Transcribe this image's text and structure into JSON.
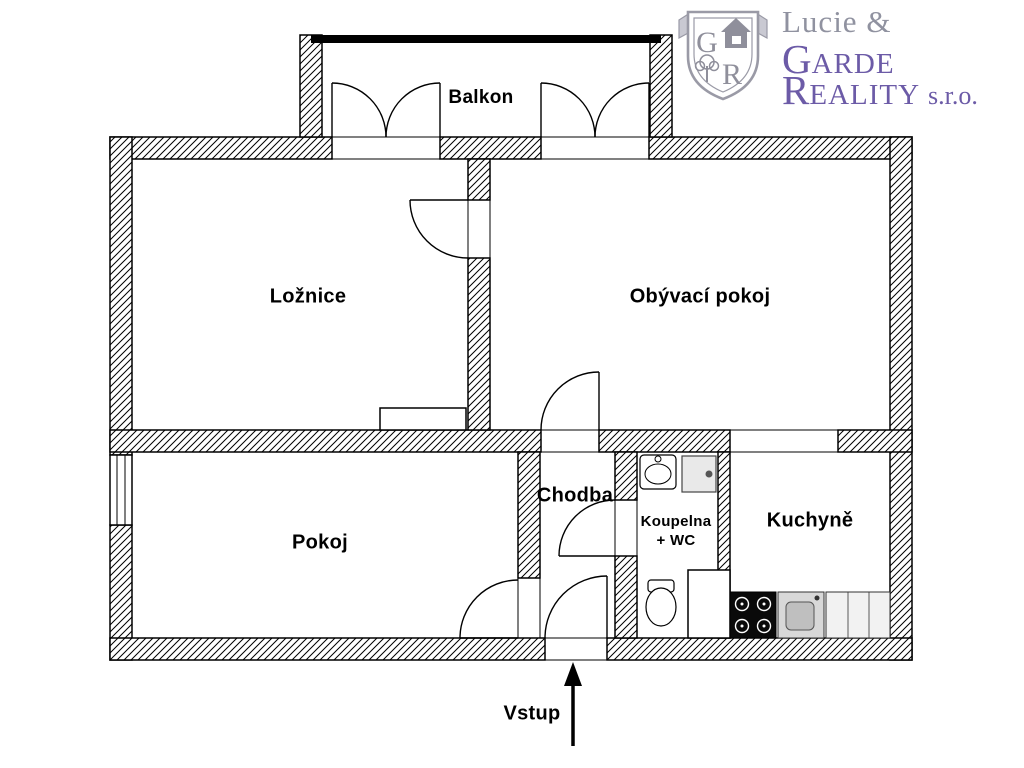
{
  "company": {
    "line1": "Lucie &",
    "line2_initial": "G",
    "line2_rest": "ARDE",
    "line3_initial": "R",
    "line3_rest": "EALITY",
    "line3_suffix": "s.r.o.",
    "shield_g": "G",
    "shield_r": "R",
    "colors": {
      "purple": "#6c5ba7",
      "gray": "#9092a0"
    }
  },
  "rooms": {
    "balkon": {
      "label": "Balkon"
    },
    "loznice": {
      "label": "Ložnice"
    },
    "obyvaci_pokoj": {
      "label": "Obývací pokoj"
    },
    "pokoj": {
      "label": "Pokoj"
    },
    "chodba": {
      "label": "Chodba"
    },
    "koupelna_wc": {
      "line1": "Koupelna",
      "line2": "+ WC"
    },
    "kuchyne": {
      "label": "Kuchyně"
    }
  },
  "entrance": {
    "label": "Vstup",
    "arrow": "arrow-up-icon"
  },
  "icons": {
    "bathroom": [
      "sink-icon",
      "washing-machine-icon",
      "toilet-icon"
    ],
    "kitchen": [
      "stove-icon",
      "kitchen-sink-icon",
      "counter-icon"
    ],
    "logo": [
      "shield-icon",
      "house-icon",
      "tree-icon"
    ]
  },
  "plan_colors": {
    "wall": "#000000",
    "background": "#ffffff",
    "fixture_gray": "#d8d8d8"
  }
}
